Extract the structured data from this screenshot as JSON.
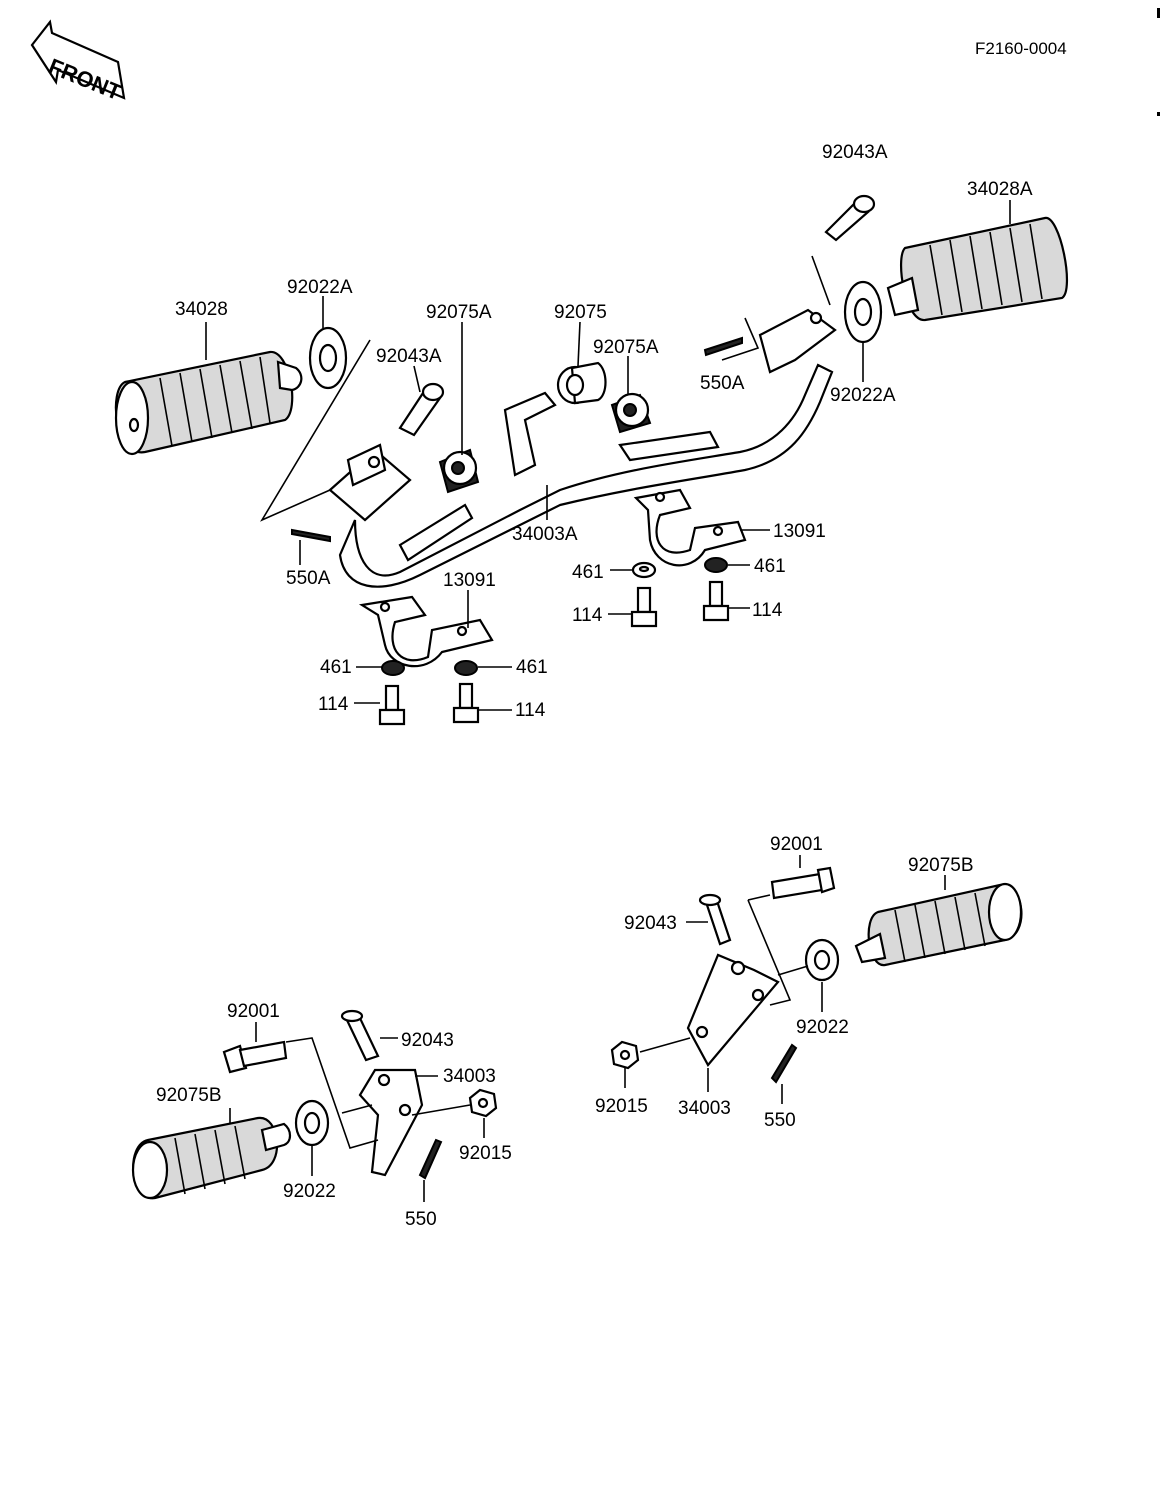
{
  "drawing_code": "F2160-0004",
  "front_label": "FRONT",
  "labels": {
    "p34028": "34028",
    "p92022A_left": "92022A",
    "p92043A_left": "92043A",
    "p92075A_left": "92075A",
    "p92075": "92075",
    "p92075A_right": "92075A",
    "p92043A_right": "92043A",
    "p34028A": "34028A",
    "p550A_right": "550A",
    "p92022A_right": "92022A",
    "p34003A": "34003A",
    "p550A_left": "550A",
    "p13091_right": "13091",
    "p461_a": "461",
    "p461_b": "461",
    "p114_a": "114",
    "p114_b": "114",
    "p13091_left": "13091",
    "p461_c": "461",
    "p461_d": "461",
    "p114_c": "114",
    "p114_d": "114",
    "p92001_right": "92001",
    "p92075B_right": "92075B",
    "p92043_right": "92043",
    "p92022_right": "92022",
    "p92015_right": "92015",
    "p34003_right": "34003",
    "p550_right": "550",
    "p92001_left": "92001",
    "p92043_left": "92043",
    "p34003_left": "34003",
    "p92075B_left": "92075B",
    "p92015_left": "92015",
    "p92022_left": "92022",
    "p550_left": "550"
  }
}
